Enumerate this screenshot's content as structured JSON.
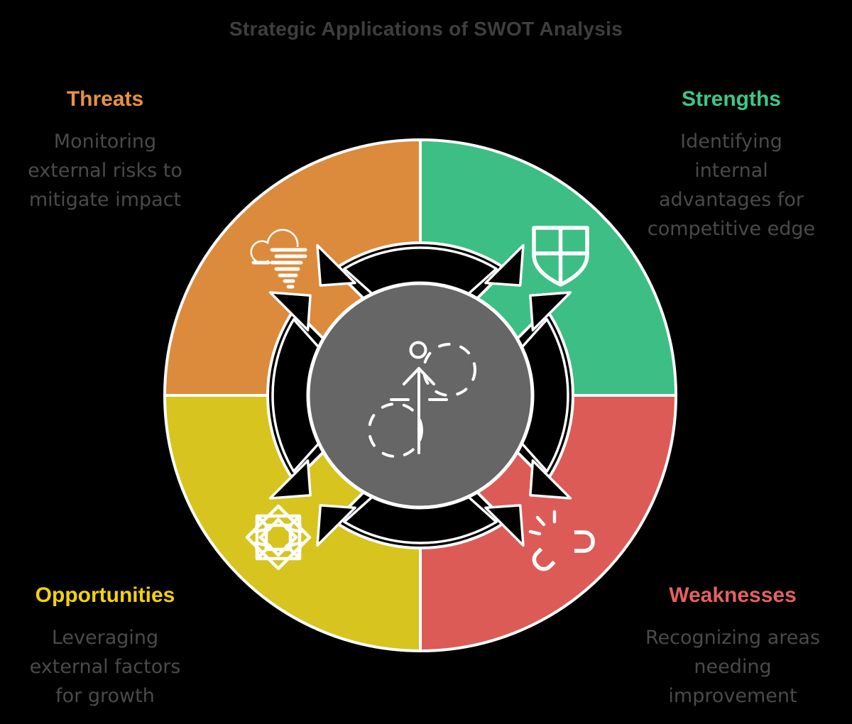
{
  "title": "Strategic Applications of SWOT Analysis",
  "colors": {
    "background": "#000000",
    "outline": "#ffffff",
    "center_circle": "#666666",
    "text_title": "#3e3e3e",
    "text_description": "#4a4a4a",
    "threats": "#DC8A3C",
    "threats_label": "#E8923E",
    "strengths": "#3DBE84",
    "strengths_label": "#3DC88A",
    "opportunities": "#D7C41F",
    "opportunities_label": "#F2D20C",
    "weaknesses": "#DC5B56",
    "weaknesses_label": "#E56161"
  },
  "quadrants": {
    "threats": {
      "label": "Threats",
      "position": "top-left",
      "icon": "storm-cloud-icon",
      "lines": [
        "Monitoring",
        "external risks to",
        "mitigate impact"
      ]
    },
    "strengths": {
      "label": "Strengths",
      "position": "top-right",
      "icon": "shield-cross-icon",
      "lines": [
        "Identifying",
        "internal",
        "advantages for",
        "competitive edge"
      ]
    },
    "opportunities": {
      "label": "Opportunities",
      "position": "bottom-left",
      "icon": "geometric-star-icon",
      "lines": [
        "Leveraging",
        "external factors",
        "for growth"
      ]
    },
    "weaknesses": {
      "label": "Weaknesses",
      "position": "bottom-right",
      "icon": "broken-link-icon",
      "lines": [
        "Recognizing areas",
        "needing",
        "improvement"
      ]
    }
  },
  "center": {
    "icon": "growth-arrow-icon"
  }
}
